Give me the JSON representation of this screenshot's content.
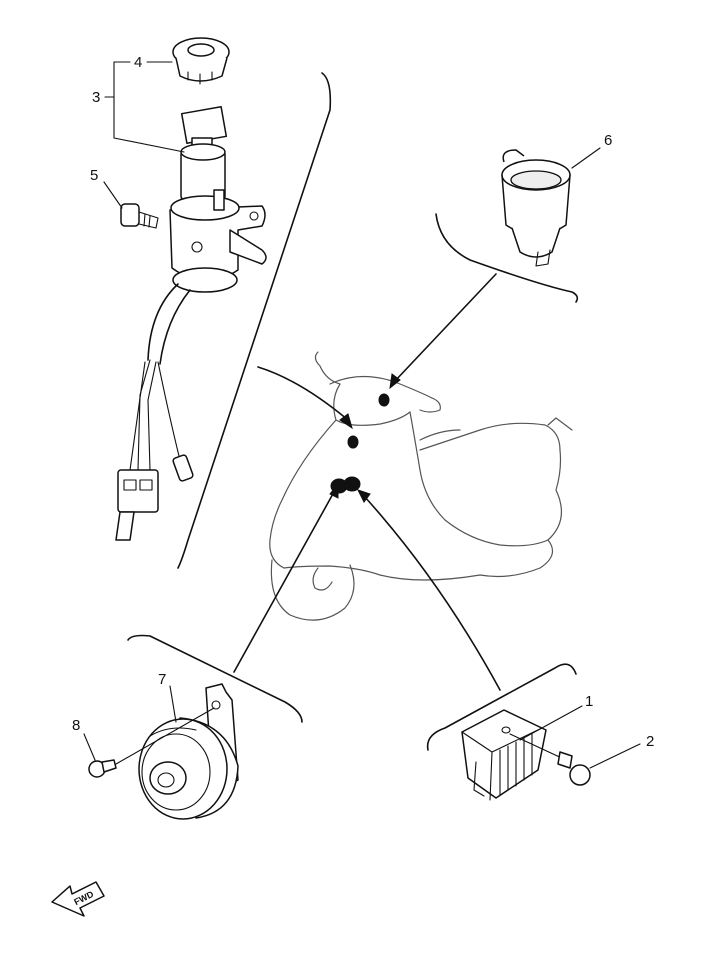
{
  "callouts": {
    "c1": "1",
    "c2": "2",
    "c3": "3",
    "c4": "4",
    "c5": "5",
    "c6": "6",
    "c7": "7",
    "c8": "8"
  },
  "fwd_label": "FWD",
  "colors": {
    "line": "#111111",
    "background": "#ffffff"
  }
}
